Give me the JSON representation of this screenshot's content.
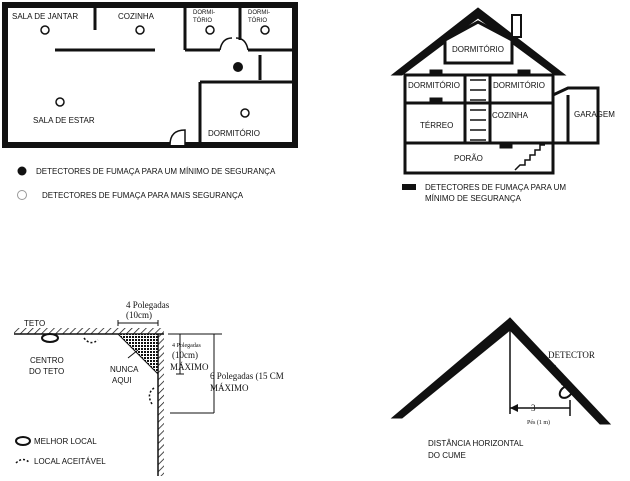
{
  "floor_plan": {
    "rooms": {
      "sala_jantar": "SALA DE JANTAR",
      "cozinha": "COZINHA",
      "dormitorio_1": [
        "DORMI-",
        "TÓRIO"
      ],
      "dormitorio_2": [
        "DORMI-",
        "TÓRIO"
      ],
      "sala_estar": "SALA DE ESTAR",
      "dormitorio_3": "DORMITÓRIO"
    },
    "legend": {
      "minimum": "DETECTORES DE FUMAÇA PARA UM MÍNIMO DE SEGURANÇA",
      "extra": "DETECTORES DE FUMAÇA PARA MAIS SEGURANÇA"
    }
  },
  "house": {
    "rooms": {
      "dormitorio_top": "DORMITÓRIO",
      "dormitorio_left": "DORMITÓRIO",
      "dormitorio_right": "DORMITÓRIO",
      "terreo": "TÉRREO",
      "cozinha": "COZINHA",
      "garagem": "GARAGEM",
      "porao": "PORÃO"
    },
    "legend": [
      "DETECTORES DE FUMAÇA PARA UM",
      "MÍNIMO DE SEGURANÇA"
    ]
  },
  "ceiling": {
    "teto": "TETO",
    "centro": [
      "CENTRO",
      "DO TETO"
    ],
    "nunca": [
      "NUNCA",
      "AQUI"
    ],
    "dim_4in_top": [
      "4 Polegadas",
      "(10cm)"
    ],
    "dim_4in_side": [
      "4 Polegadas",
      "(10cm)",
      "MÁXIMO"
    ],
    "dim_6in": [
      "6 Polegadas (15 CM",
      "MÁXIMO"
    ],
    "legend": {
      "best": "MELHOR LOCAL",
      "acceptable": "LOCAL ACEITÁVEL"
    }
  },
  "roof": {
    "detector": "DETECTOR",
    "distance_value": "3",
    "distance_unit": "Pés (1 m)",
    "caption": [
      "DISTÂNCIA HORIZONTAL",
      "DO CUME"
    ]
  }
}
